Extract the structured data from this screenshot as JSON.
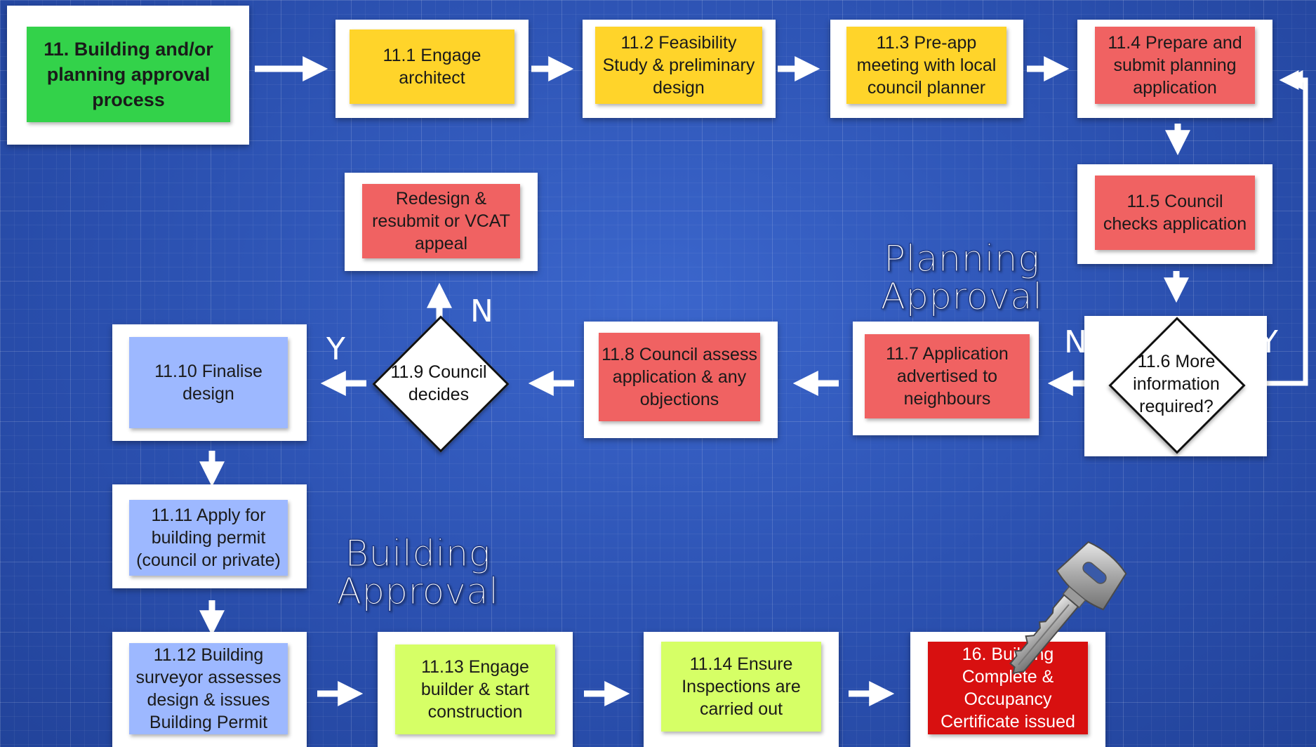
{
  "title_box": "11. Building and/or planning approval process",
  "steps": {
    "s11_1": "11.1 Engage architect",
    "s11_2": "11.2 Feasibility Study & preliminary design",
    "s11_3": "11.3 Pre-app meeting with local council planner",
    "s11_4": "11.4 Prepare and submit planning application",
    "s11_5": "11.5 Council checks application",
    "s11_6": "11.6 More information required?",
    "s11_7": "11.7 Application advertised to neighbours",
    "s11_8": "11.8 Council assess application & any objections",
    "s11_9": "11.9 Council decides",
    "redesign": "Redesign & resubmit or VCAT appeal",
    "s11_10": "11.10 Finalise design",
    "s11_11": "11.11 Apply for building permit (council or private)",
    "s11_12": "11.12 Building surveyor assesses design & issues Building Permit",
    "s11_13": "11.13 Engage builder & start construction",
    "s11_14": "11.14 Ensure Inspections are carried out",
    "s16": "16. Building Complete & Occupancy Certificate issued"
  },
  "labels": {
    "y_11_6": "Y",
    "n_11_6": "N",
    "y_11_9": "Y",
    "n_11_9": "N",
    "planning_line1": "Planning",
    "planning_line2": "Approval",
    "building_line1": "Building",
    "building_line2": "Approval"
  },
  "icons": [
    "arrow-right-icon",
    "arrow-down-icon",
    "arrow-left-icon",
    "arrow-up-icon",
    "key-icon"
  ],
  "colors": {
    "background": "#2f55b8",
    "design_notes": "#ffd42a",
    "planning_notes": "#f06262",
    "building_notes": "#9db8ff",
    "construction_notes": "#d6ff66",
    "start_note": "#33d24a",
    "final_note": "#d81010"
  }
}
